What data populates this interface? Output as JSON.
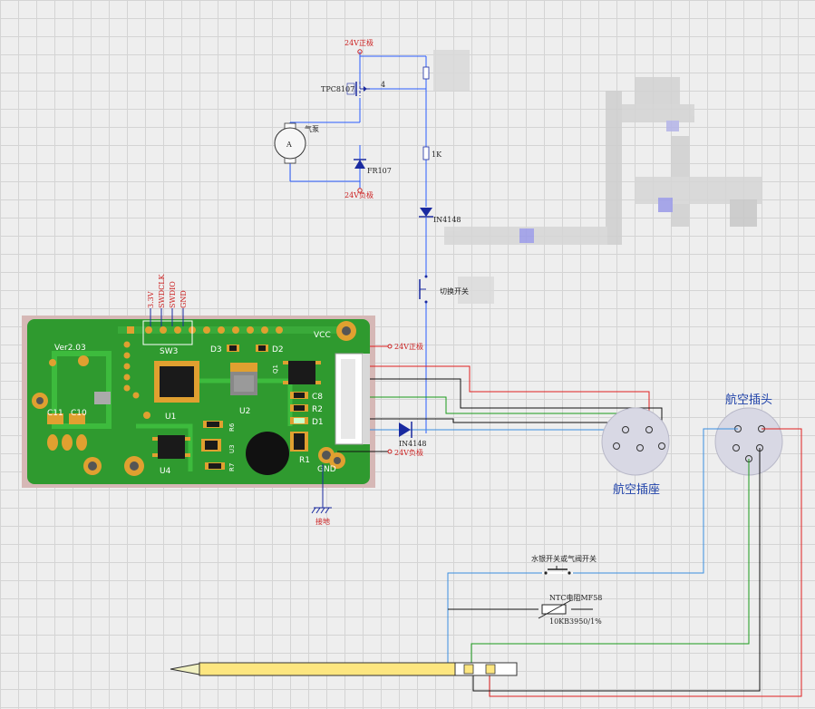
{
  "labels": {
    "pos24_top": "24V正极",
    "tpc": "TPC8107",
    "pin4": "4",
    "pump": "气泵",
    "motor_letter": "A",
    "fr107": "FR107",
    "neg24_top": "24V负极",
    "resistor_k": "1K",
    "diode_top": "IN4148",
    "switch": "切换开关",
    "pcb_version": "Ver2.03",
    "pin_33v": "3.3V",
    "pin_swdclk": "SWDCLK",
    "pin_swdio": "SWDIO",
    "pin_gnd": "GND",
    "sw3": "SW3",
    "d3": "D3",
    "d2": "D2",
    "vcc": "VCC",
    "pos24_pcb": "24V正极",
    "u1": "U1",
    "u2": "U2",
    "u3": "U3",
    "u4": "U4",
    "r6": "R6",
    "r7": "R7",
    "r1": "R1",
    "r2": "R2",
    "c8": "C8",
    "d1": "D1",
    "c11": "C11",
    "c10": "C10",
    "q1": "Q1",
    "gnd_pcb": "GND",
    "diode_bottom": "IN4148",
    "neg24_pcb": "24V负极",
    "earth": "接地",
    "socket": "航空插座",
    "plug": "航空插头",
    "reed_switch": "水银开关或气阀开关",
    "ntc_title": "NTC电阻MF58",
    "ntc_spec": "10KB3950/1%"
  }
}
